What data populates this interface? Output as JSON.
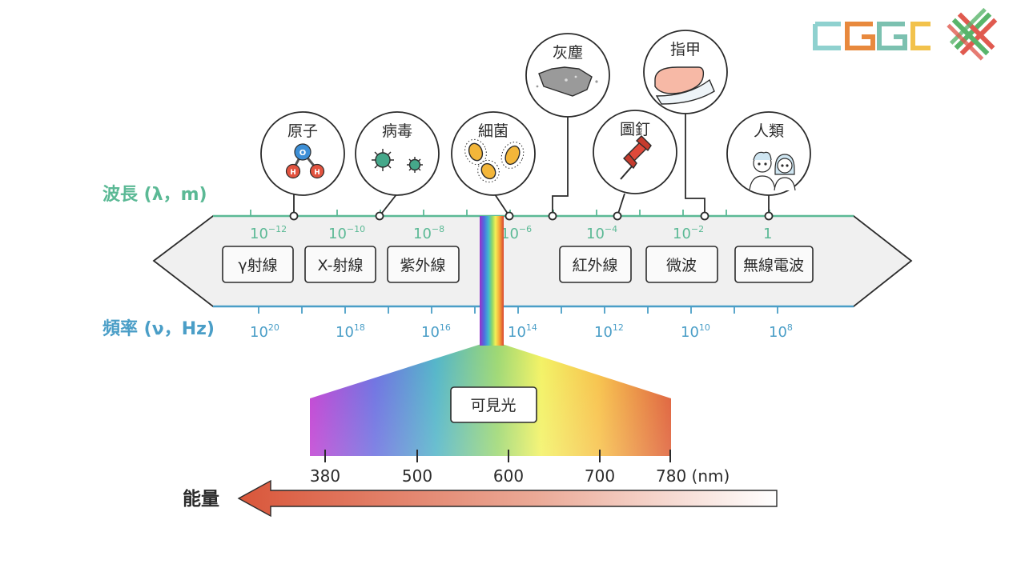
{
  "colors": {
    "wavelength": "#5bb995",
    "frequency": "#4a9ec7",
    "outline": "#2b2b2b",
    "band_fill": "#f0f0f0",
    "arrow_start": "#d9563a"
  },
  "logo": {
    "letters_icon": "cgcc-letters-logo",
    "mark_icon": "cross-weave-logo"
  },
  "wavelength_axis": {
    "label": "波長 (λ，m)",
    "ticks": [
      {
        "base": "10",
        "exp": "−12"
      },
      {
        "base": "10",
        "exp": "−10"
      },
      {
        "base": "10",
        "exp": "−8"
      },
      {
        "base": "10",
        "exp": "−6"
      },
      {
        "base": "10",
        "exp": "−4"
      },
      {
        "base": "10",
        "exp": "−2"
      },
      {
        "base": "1",
        "exp": ""
      }
    ]
  },
  "frequency_axis": {
    "label": "頻率 (ν，Hz)",
    "ticks": [
      {
        "base": "10",
        "exp": "20"
      },
      {
        "base": "10",
        "exp": "18"
      },
      {
        "base": "10",
        "exp": "16"
      },
      {
        "base": "10",
        "exp": "14"
      },
      {
        "base": "10",
        "exp": "12"
      },
      {
        "base": "10",
        "exp": "10"
      },
      {
        "base": "10",
        "exp": "8"
      }
    ]
  },
  "bands": [
    "γ射線",
    "X-射線",
    "紫外線",
    "紅外線",
    "微波",
    "無線電波"
  ],
  "objects": [
    {
      "label": "原子",
      "icon": "water-molecule-icon"
    },
    {
      "label": "病毒",
      "icon": "virus-icon"
    },
    {
      "label": "細菌",
      "icon": "bacteria-icon"
    },
    {
      "label": "灰塵",
      "icon": "dust-icon"
    },
    {
      "label": "圖釘",
      "icon": "pushpin-icon"
    },
    {
      "label": "指甲",
      "icon": "fingernail-icon"
    },
    {
      "label": "人類",
      "icon": "people-icon"
    }
  ],
  "molecule_letters": {
    "o": "O",
    "h1": "H",
    "h2": "H"
  },
  "visible": {
    "label": "可見光",
    "ticks": [
      "380",
      "500",
      "600",
      "700",
      "780 (nm)"
    ]
  },
  "energy": {
    "label": "能量"
  }
}
